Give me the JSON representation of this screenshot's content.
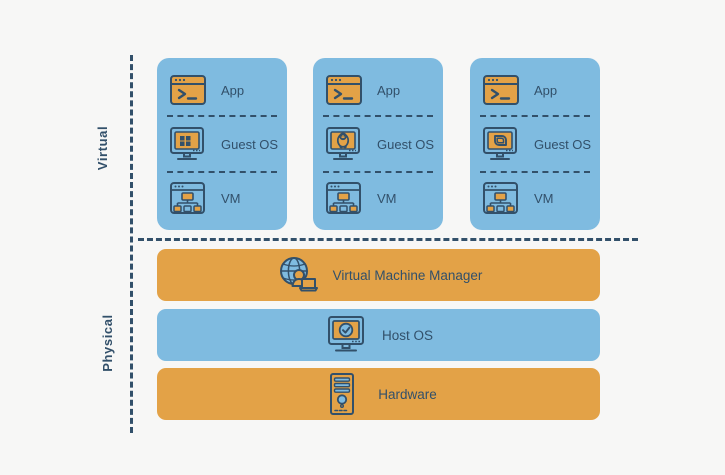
{
  "diagram": {
    "background_color": "#f7f7f6",
    "stroke_color": "#32506a",
    "blue": "#7fbbe0",
    "orange": "#e3a247",
    "axis_labels": {
      "virtual": "Virtual",
      "physical": "Physical"
    },
    "vm_cards": [
      {
        "rows": [
          {
            "icon": "terminal-window-icon",
            "label": "App"
          },
          {
            "icon": "windows-monitor-icon",
            "label": "Guest OS"
          },
          {
            "icon": "vm-hierarchy-window-icon",
            "label": "VM"
          }
        ]
      },
      {
        "rows": [
          {
            "icon": "terminal-window-icon",
            "label": "App"
          },
          {
            "icon": "linux-penguin-monitor-icon",
            "label": "Guest OS"
          },
          {
            "icon": "vm-hierarchy-window-icon",
            "label": "VM"
          }
        ]
      },
      {
        "rows": [
          {
            "icon": "terminal-window-icon",
            "label": "App"
          },
          {
            "icon": "spiral-layers-monitor-icon",
            "label": "Guest OS"
          },
          {
            "icon": "vm-hierarchy-window-icon",
            "label": "VM"
          }
        ]
      }
    ],
    "layers": [
      {
        "id": "vmm",
        "icon": "globe-user-laptop-icon",
        "label": "Virtual Machine Manager",
        "color": "#e3a247"
      },
      {
        "id": "host",
        "icon": "monitor-check-icon",
        "label": "Host OS",
        "color": "#7fbbe0"
      },
      {
        "id": "hw",
        "icon": "server-tower-icon",
        "label": "Hardware",
        "color": "#e3a247"
      }
    ]
  }
}
